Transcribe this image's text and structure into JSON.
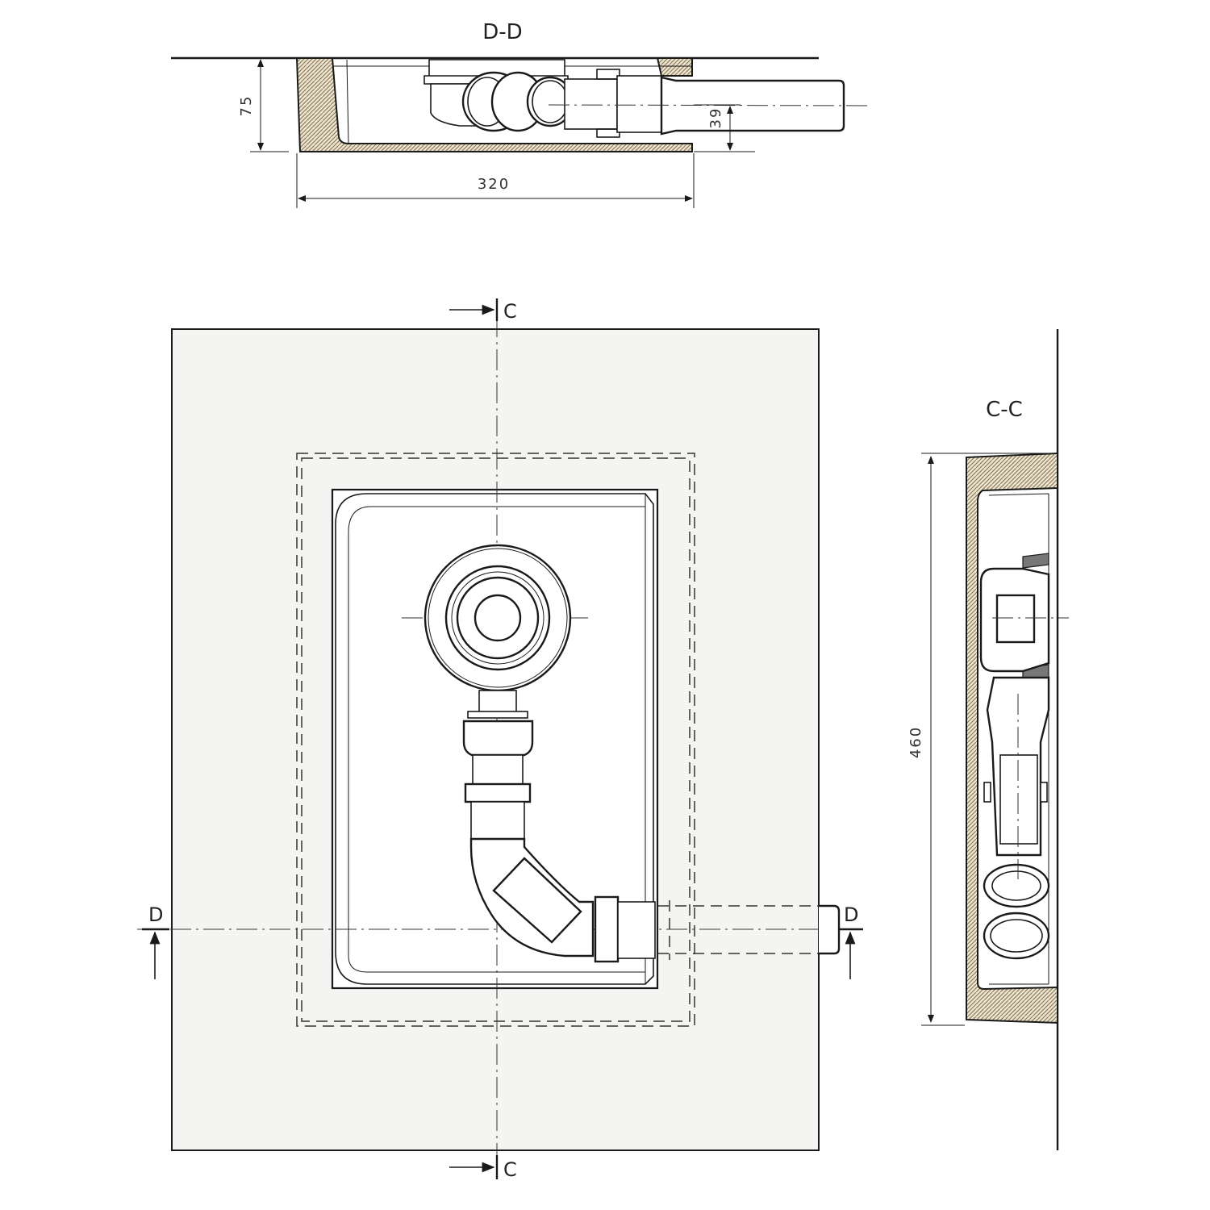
{
  "drawing": {
    "type": "technical-drawing",
    "subject": "recessed wall niche with drain/siphon assembly",
    "colors": {
      "line": "#1a1a1a",
      "panel_fill": "#f4f4f3",
      "hatch_light": "#efe6cf",
      "hatch_dark": "#8a7b62",
      "background": "#ffffff"
    }
  },
  "section_dd": {
    "title": "D-D",
    "dimensions": {
      "height": "75",
      "outlet_height": "39",
      "width": "320"
    }
  },
  "plan_view": {
    "section_markers": {
      "top_c": "C",
      "bottom_c": "C",
      "left_d": "D",
      "right_d": "D"
    }
  },
  "section_cc": {
    "title": "C-C",
    "dimensions": {
      "height": "460"
    }
  }
}
